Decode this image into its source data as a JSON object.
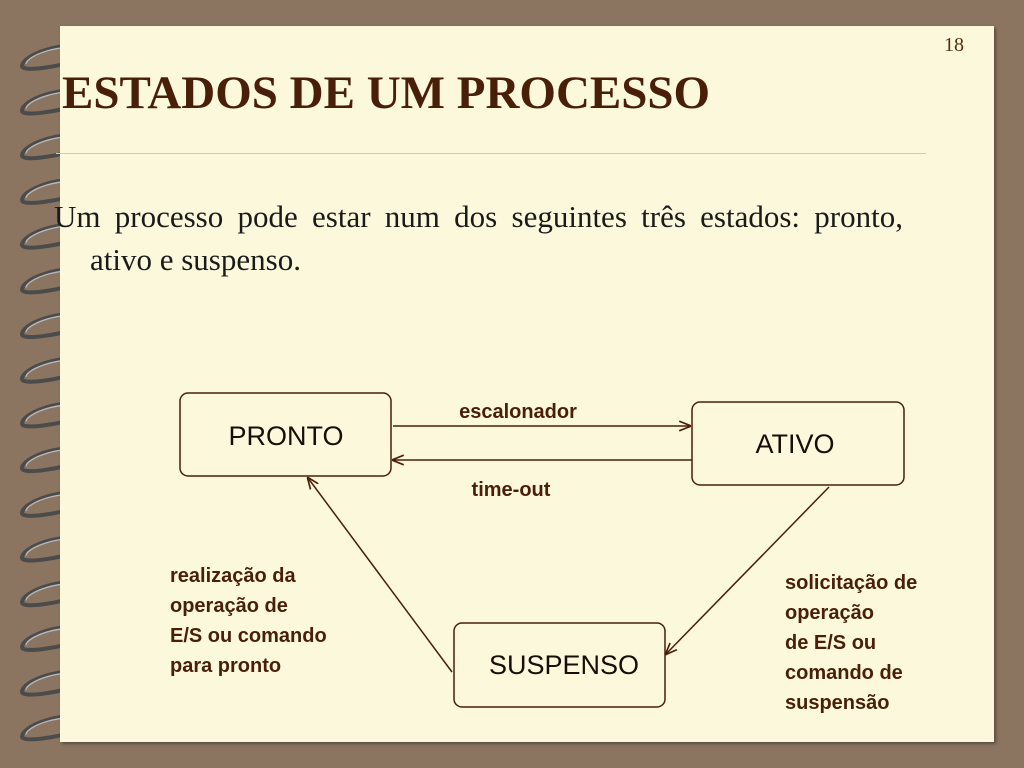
{
  "slide": {
    "page_number": "18",
    "title": "ESTADOS DE UM PROCESSO",
    "body": "Um processo pode estar num dos seguintes três estados: pronto, ativo e suspenso."
  },
  "diagram": {
    "nodes": {
      "pronto": "PRONTO",
      "ativo": "ATIVO",
      "suspenso": "SUSPENSO"
    },
    "edges": {
      "escalonador": "escalonador",
      "timeout": "time-out",
      "realizacao": [
        "realização da",
        "operação de",
        "E/S ou comando",
        "para pronto"
      ],
      "solicitacao": [
        "solicitação de",
        "operação",
        "de E/S ou",
        "comando de",
        "suspensão"
      ]
    }
  },
  "colors": {
    "page": "#fbf8dc",
    "background": "#8b7560",
    "title": "#4a1f0a",
    "arrow": "#4a1f0a"
  }
}
